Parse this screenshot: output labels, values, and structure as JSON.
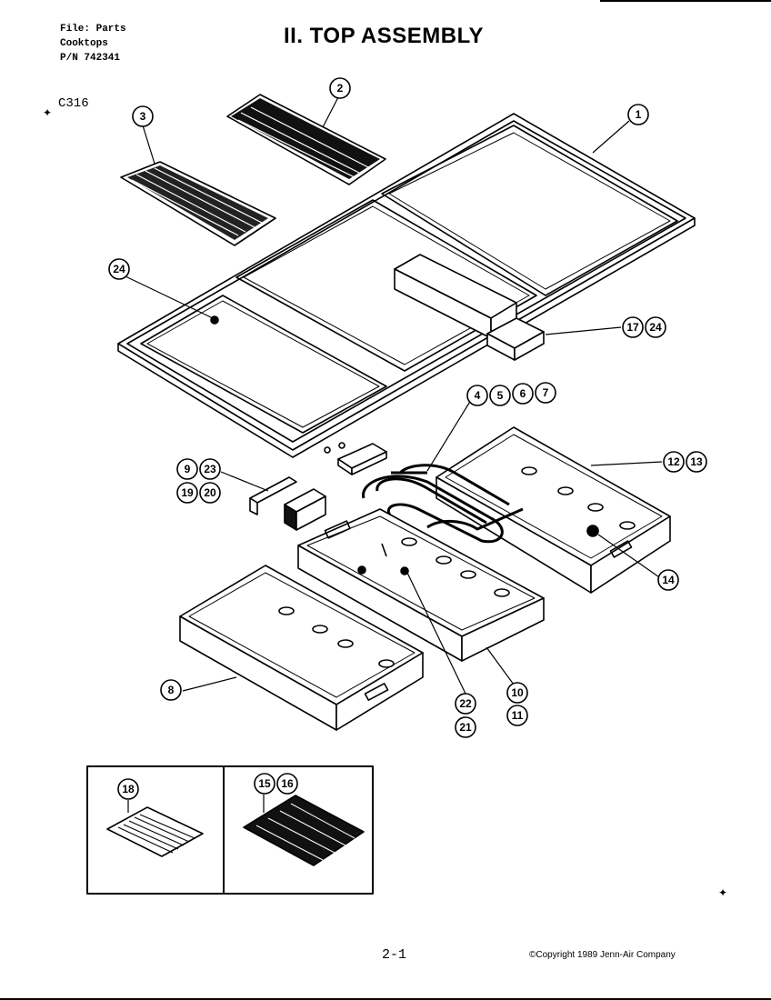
{
  "header": {
    "file_line": "File: Parts",
    "category_line": "Cooktops",
    "pn_line": "P/N 742341"
  },
  "title": "II. TOP ASSEMBLY",
  "model": "C316",
  "footer": {
    "page": "2-1",
    "copyright": "©Copyright 1989 Jenn-Air Company"
  },
  "callouts": {
    "c1": "1",
    "c2": "2",
    "c3": "3",
    "c4": "4",
    "c5": "5",
    "c6": "6",
    "c7": "7",
    "c8": "8",
    "c9": "9",
    "c23a": "23",
    "c19": "19",
    "c20": "20",
    "c10": "10",
    "c11": "11",
    "c12": "12",
    "c13": "13",
    "c14": "14",
    "c15": "15",
    "c16": "16",
    "c17": "17",
    "c24b": "24",
    "c18": "18",
    "c21": "21",
    "c22": "22",
    "c24a": "24"
  }
}
